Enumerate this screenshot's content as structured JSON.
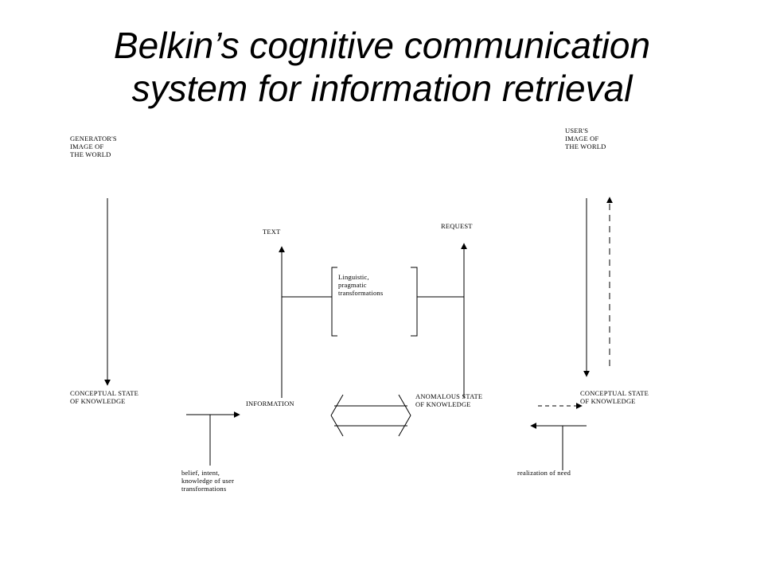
{
  "title": {
    "line1": "Belkin’s cognitive communication",
    "line2": "system for information retrieval"
  },
  "labels": {
    "generator_image": "GENERATOR'S\nIMAGE OF\nTHE WORLD",
    "user_image": "USER'S\nIMAGE OF\nTHE WORLD",
    "text": "TEXT",
    "request": "REQUEST",
    "linguistic": "Linguistic,\npragmatic\ntransformations",
    "conceptual_left": "CONCEPTUAL STATE\nOF KNOWLEDGE",
    "information": "INFORMATION",
    "anomalous": "ANOMALOUS STATE\nOF KNOWLEDGE",
    "conceptual_right": "CONCEPTUAL STATE\nOF KNOWLEDGE",
    "belief": "belief, intent,\nknowledge of user\ntransformations",
    "realization": "realization of need"
  }
}
